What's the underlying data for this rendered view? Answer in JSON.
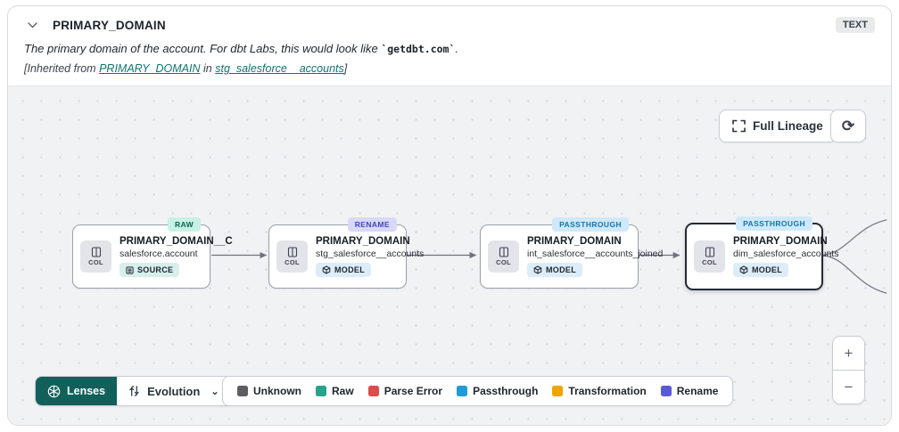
{
  "header": {
    "title": "PRIMARY_DOMAIN",
    "type_badge": "TEXT",
    "description_prefix": "The primary domain of the account. For dbt Labs, this would look like ",
    "description_code": "`getdbt.com`",
    "description_suffix": ".",
    "inherited_prefix": "[Inherited from ",
    "inherited_link_column": "PRIMARY_DOMAIN",
    "inherited_middle": " in ",
    "inherited_link_model": "stg_salesforce__accounts",
    "inherited_suffix": "]"
  },
  "toolbar": {
    "full_lineage_label": "Full Lineage",
    "refresh_icon": "⟳"
  },
  "nodes": [
    {
      "badge": "RAW",
      "title": "PRIMARY_DOMAIN__C",
      "subtitle": "salesforce.account",
      "resource": "SOURCE",
      "icon_label": "COL"
    },
    {
      "badge": "RENAME",
      "title": "PRIMARY_DOMAIN",
      "subtitle": "stg_salesforce__accounts",
      "resource": "MODEL",
      "icon_label": "COL"
    },
    {
      "badge": "PASSTHROUGH",
      "title": "PRIMARY_DOMAIN",
      "subtitle": "int_salesforce__accounts_joined",
      "resource": "MODEL",
      "icon_label": "COL"
    },
    {
      "badge": "PASSTHROUGH",
      "title": "PRIMARY_DOMAIN",
      "subtitle": "dim_salesforce_accounts",
      "resource": "MODEL",
      "icon_label": "COL"
    }
  ],
  "footer": {
    "lenses_label": "Lenses",
    "lens_selected": "Evolution",
    "lens_chevron": "⌄",
    "legend": [
      {
        "label": "Unknown",
        "color": "#5d5d60"
      },
      {
        "label": "Raw",
        "color": "#27a38c"
      },
      {
        "label": "Parse Error",
        "color": "#df4b4b"
      },
      {
        "label": "Passthrough",
        "color": "#1e9cd7"
      },
      {
        "label": "Transformation",
        "color": "#f0a400"
      },
      {
        "label": "Rename",
        "color": "#5a5ad9"
      }
    ]
  },
  "zoom_controls": {
    "zoom_in": "+",
    "zoom_out": "−"
  }
}
